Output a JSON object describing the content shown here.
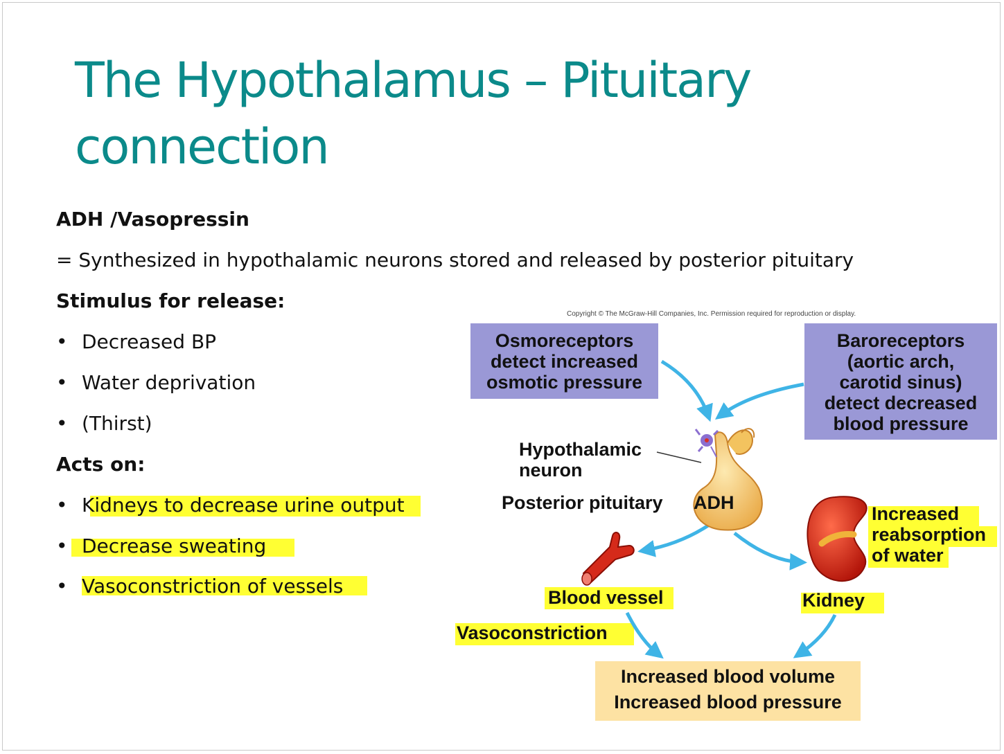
{
  "title": "The Hypothalamus – Pituitary connection",
  "left": {
    "heading": "ADH /Vasopressin",
    "definition": "= Synthesized in hypothalamic neurons stored and released by posterior pituitary",
    "stimulus_heading": "Stimulus for release:",
    "stimulus_items": [
      "Decreased BP",
      "Water deprivation",
      "(Thirst)"
    ],
    "acts_heading": "Acts on:",
    "acts_items": [
      "Kidneys to decrease urine output",
      "Decrease sweating",
      "Vasoconstriction of vessels"
    ],
    "highlight_color": "#ffff33"
  },
  "figure": {
    "copyright": "Copyright © The McGraw-Hill Companies, Inc. Permission required for reproduction or display.",
    "osmo_box": [
      "Osmoreceptors",
      "detect increased",
      "osmotic pressure"
    ],
    "baro_box": [
      "Baroreceptors",
      "(aortic arch,",
      "carotid sinus)",
      "detect decreased",
      "blood pressure"
    ],
    "hypothalamic_neuron": [
      "Hypothalamic",
      "neuron"
    ],
    "posterior_pituitary": "Posterior pituitary",
    "adh": "ADH",
    "kidney_effect": [
      "Increased",
      "reabsorption",
      "of water"
    ],
    "blood_vessel": "Blood vessel",
    "kidney": "Kidney",
    "vasoconstriction": "Vasoconstriction",
    "result": [
      "Increased blood volume",
      "Increased blood pressure"
    ],
    "colors": {
      "receptor_box": "#9a98d6",
      "result_box": "#fde2a3",
      "arrow": "#3fb4e6",
      "title": "#0b8a8a"
    }
  }
}
